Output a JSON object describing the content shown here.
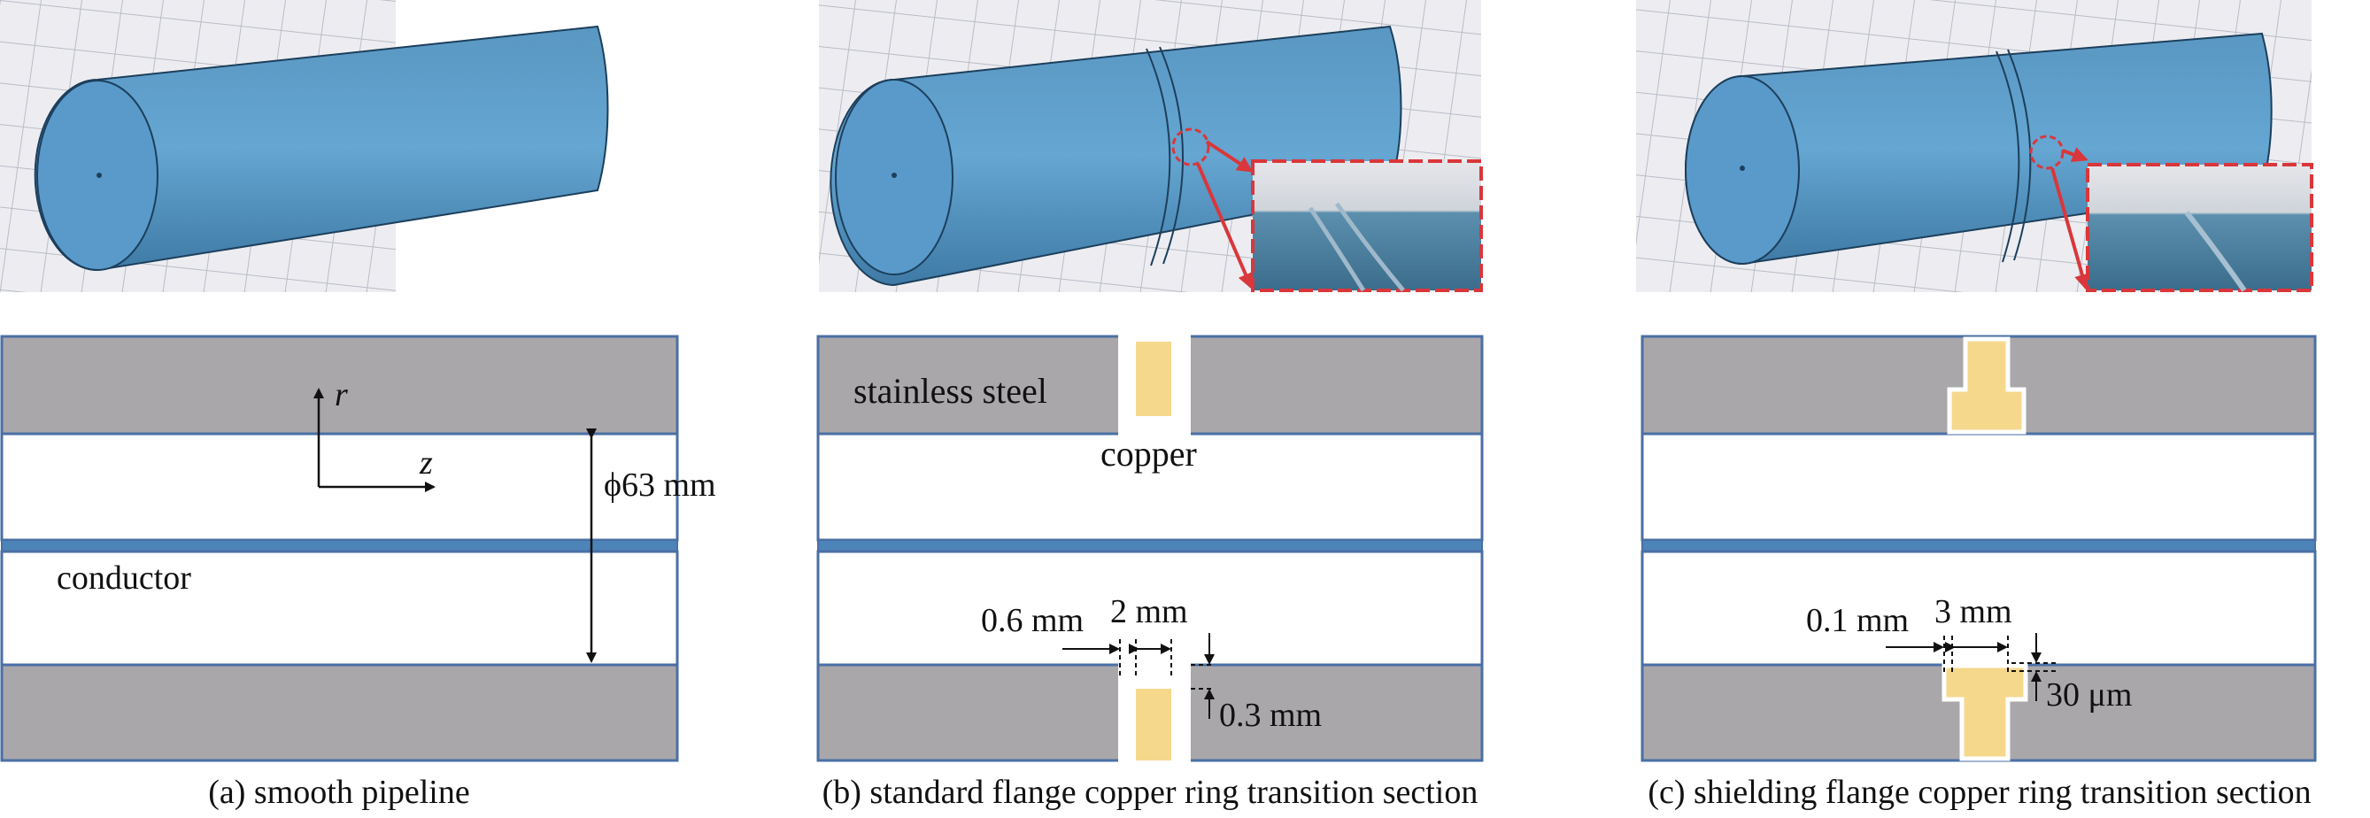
{
  "colors": {
    "steel": "#a9a7aa",
    "conductor": "#4d84b8",
    "copper": "#f6d88d",
    "border": "#4a6fa5",
    "cylinder": "#5f9fcc",
    "inset_border": "#d9373b",
    "grid_bg": "#ececf0"
  },
  "icons": [
    "red-circle-marker-icon",
    "red-arrow-icon"
  ],
  "panels": [
    {
      "caption": "(a) smooth pipeline",
      "axis_r": "r",
      "axis_z": "z",
      "diameter": "ϕ63 mm",
      "conductor": "conductor"
    },
    {
      "caption": "(b) standard flange copper ring transition section",
      "material_steel": "stainless steel",
      "material_copper": "copper",
      "dim_gap": "0.6 mm",
      "dim_width": "2 mm",
      "dim_depth": "0.3 mm"
    },
    {
      "caption": "(c) shielding flange copper ring transition section",
      "dim_gap": "0.1 mm",
      "dim_width": "3 mm",
      "dim_depth": "30 μm"
    }
  ]
}
